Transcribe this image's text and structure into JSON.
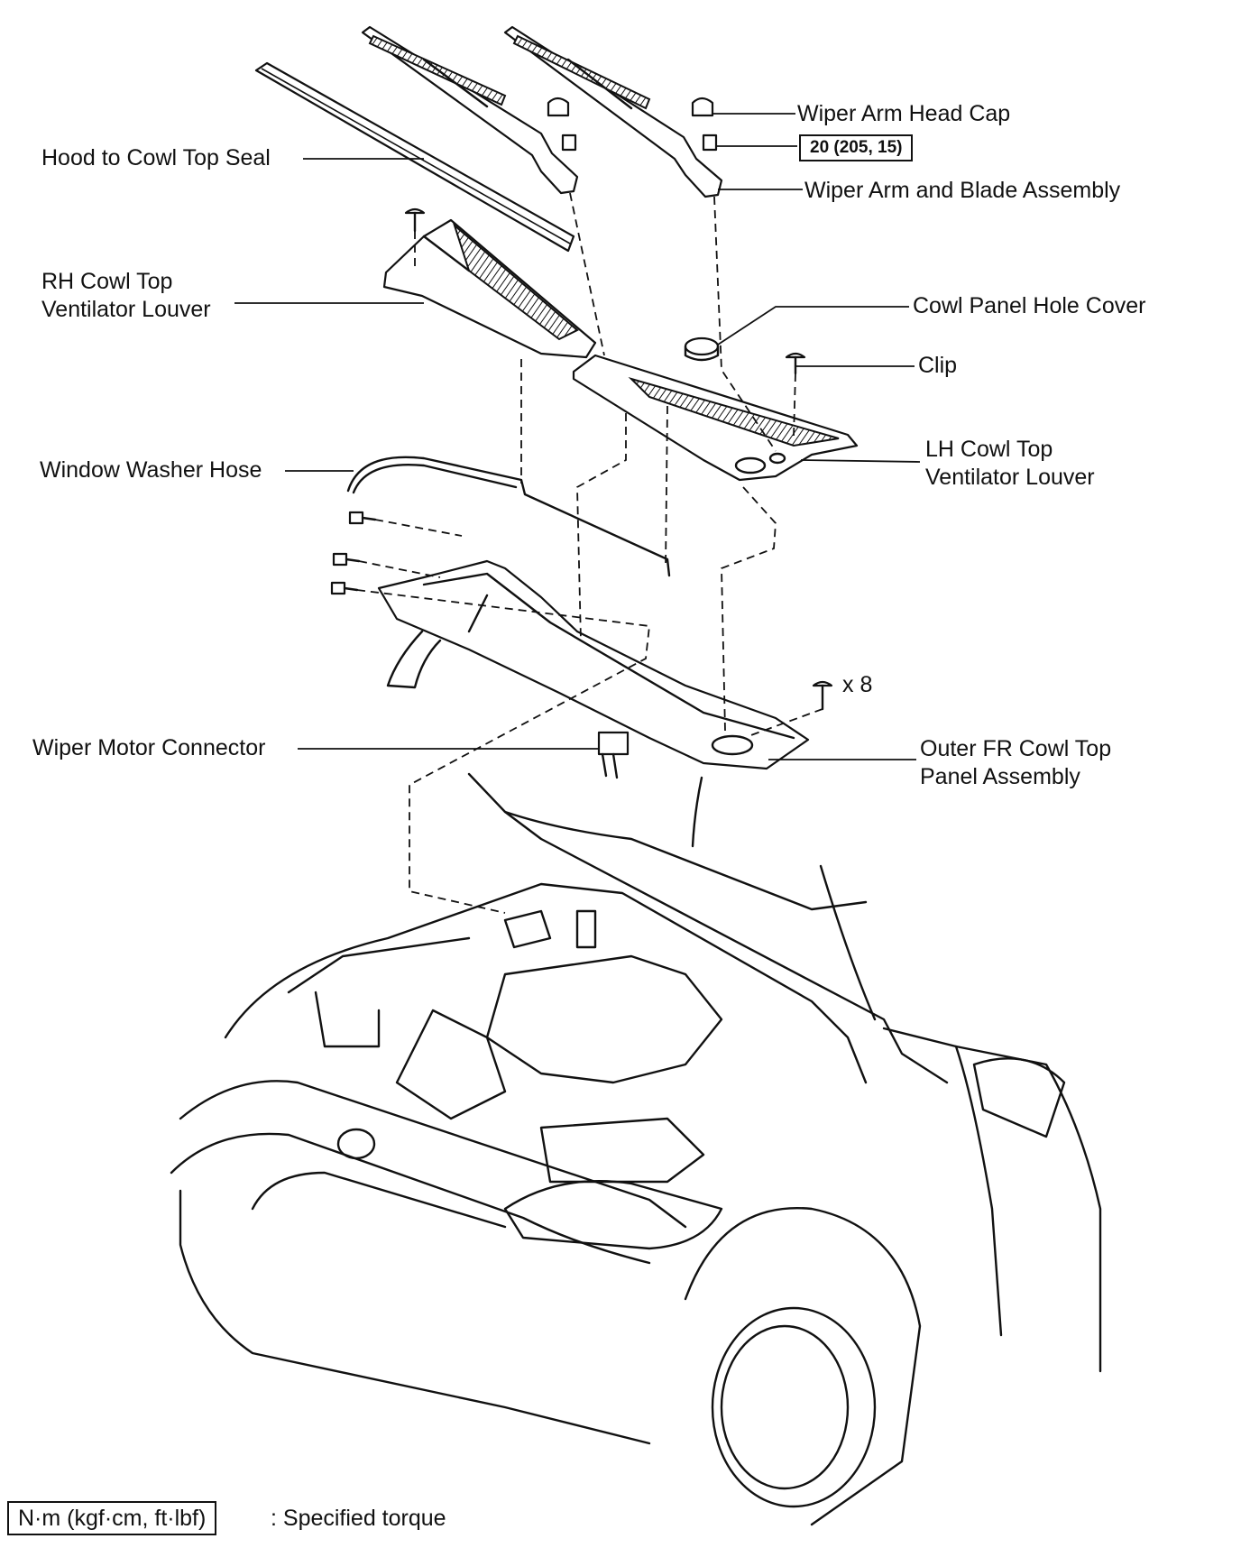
{
  "labels": {
    "wiper_arm_head_cap": "Wiper Arm Head Cap",
    "hood_to_cowl_top_seal": "Hood to Cowl Top Seal",
    "torque_spec": "20 (205, 15)",
    "wiper_arm_and_blade_assembly": "Wiper Arm and Blade Assembly",
    "rh_cowl_top_ventilator_louver": [
      "RH Cowl Top",
      "Ventilator Louver"
    ],
    "cowl_panel_hole_cover": "Cowl Panel Hole Cover",
    "clip": "Clip",
    "window_washer_hose": "Window Washer Hose",
    "lh_cowl_top_ventilator_louver": [
      "LH Cowl Top",
      "Ventilator Louver"
    ],
    "bolt_quantity": "x 8",
    "wiper_motor_connector": "Wiper Motor Connector",
    "outer_fr_cowl_top_panel_assembly": [
      "Outer FR Cowl Top",
      "Panel Assembly"
    ]
  },
  "legend": {
    "box_text": "N·m (kgf·cm, ft·lbf)",
    "description": ": Specified torque"
  }
}
